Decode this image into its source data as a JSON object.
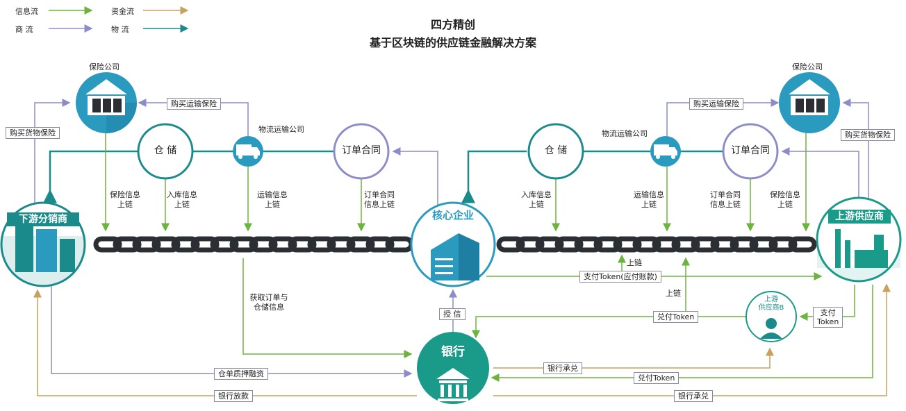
{
  "title": "四方精创",
  "subtitle": "基于区块链的供应链金融解决方案",
  "legend": [
    {
      "label": "信息流",
      "color": "#6db33f"
    },
    {
      "label": "资金流",
      "color": "#c8a060"
    },
    {
      "label": "商 流",
      "color": "#8c8cc8"
    },
    {
      "label": "物 流",
      "color": "#1a8a8a"
    }
  ],
  "nodes": {
    "downstream": "下游分销商",
    "core": "核心企业",
    "upstream": "上游供应商",
    "bank": "银行",
    "upstream_b": "上游\n供应商B",
    "insurance_left": "保险公司",
    "insurance_right": "保险公司",
    "logistics_left": "物流运输公司",
    "logistics_right": "物流运输公司",
    "warehouse_left": "仓 储",
    "warehouse_right": "仓 储",
    "order_left": "订单合同",
    "order_right": "订单合同"
  },
  "labels": {
    "buy_goods_ins_left": "购买货物保险",
    "buy_transport_ins_left": "购买运输保险",
    "buy_transport_ins_right": "购买运输保险",
    "buy_goods_ins_right": "购买货物保险",
    "ins_info_left": "保险信息\n上链",
    "storage_info_left": "入库信息\n上链",
    "transport_info_left": "运输信息\n上链",
    "order_info_left": "订单合同\n信息上链",
    "storage_info_right": "入库信息\n上链",
    "transport_info_right": "运输信息\n上链",
    "order_info_right": "订单合同\n信息上链",
    "ins_info_right": "保险信息\n上链",
    "get_order": "获取订单与\n仓储信息",
    "credit": "授 信",
    "pay_token_payable": "支付Token(应付账款)",
    "onchain_1": "上链",
    "onchain_2": "上链",
    "redeem_token_1": "兑付Token",
    "pay_token": "支付\nToken",
    "bank_accept_1": "银行承兑",
    "redeem_token_2": "兑付Token",
    "pledge_financing": "仓单质押融资",
    "bank_loan": "银行放款",
    "bank_accept_2": "银行承兑"
  }
}
